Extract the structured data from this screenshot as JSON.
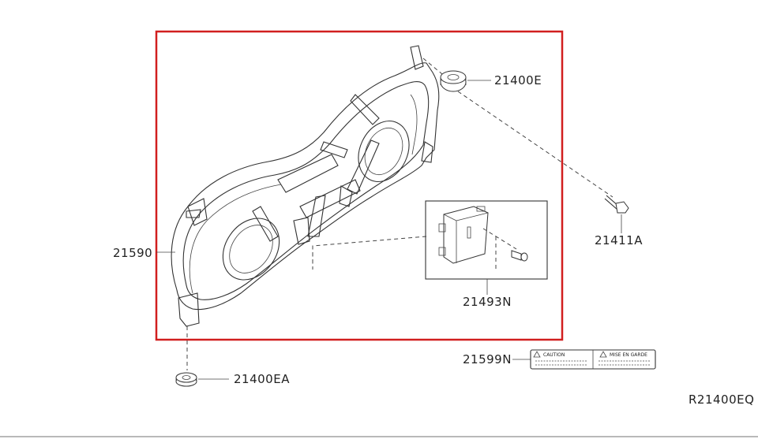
{
  "parts": {
    "fan_shroud": "21590",
    "grommet_upper": "21400E",
    "grommet_lower": "21400EA",
    "bolt": "21411A",
    "controller": "21493N",
    "caution_label": "21599N"
  },
  "caution_label_text": {
    "left": "CAUTION",
    "right": "MISE EN GARDE"
  },
  "diagram_ref": "R21400EQ",
  "colors": {
    "highlight_frame": "#d11f1f",
    "line": "#333333"
  }
}
